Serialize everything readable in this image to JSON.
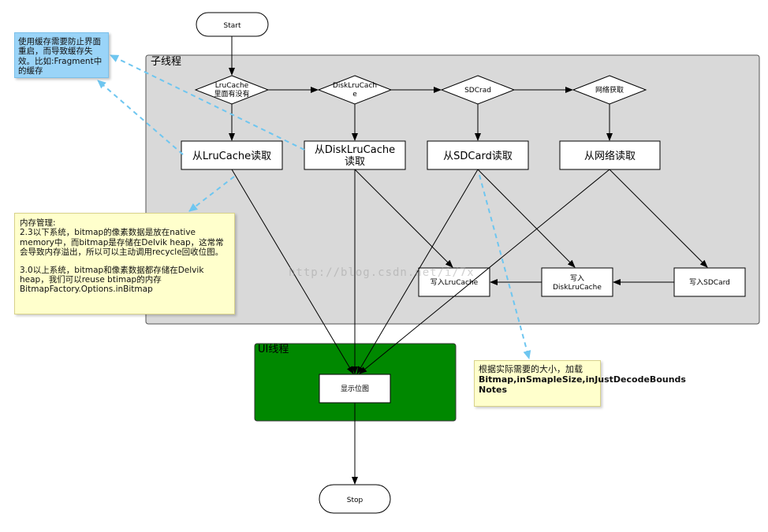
{
  "diagram": {
    "regions": {
      "sub_thread": "子线程",
      "ui_thread": "UI线程"
    },
    "terminals": {
      "start": "Start",
      "stop": "Stop"
    },
    "decisions": {
      "lrucache_line1": "LruCache",
      "lrucache_line2": "里面有没有",
      "disk_line1": "DiskLruCach",
      "disk_line2": "e",
      "sdcard": "SDCrad",
      "network": "网络获取"
    },
    "reads": {
      "lrucache": "从LruCache读取",
      "disk_line1": "从DiskLruCache",
      "disk_line2": "读取",
      "sdcard": "从SDCard读取",
      "network": "从网络读取"
    },
    "writes": {
      "lrucache": "写入LruCache",
      "disk_line1": "写入",
      "disk_line2": "DiskLruCache",
      "sdcard": "写入SDCard"
    },
    "display": "显示位图"
  },
  "notes": {
    "cache_warning": "使用缓存需要防止界面重启，而导致缓存失效。比如:Fragment中的缓存",
    "memory_title": "内存管理:",
    "memory_p1": "2.3以下系统，bitmap的像素数据是放在native memory中，而bitmap是存储在Delvik heap，这常常会导致内存溢出，所以可以主动调用recycle回收位图。",
    "memory_p2": "3.0以上系统，bitmap和像素数据都存储在Delvik heap，我们可以reuse btimap的内存BitmapFactory.Options.inBitmap",
    "bitmap_line1": "根据实际需要的大小，加载",
    "bitmap_line2": "Bitmap,inSmapleSize,inJustDecodeBounds Notes"
  },
  "watermark": "http://blog.csdn.net/i/7x",
  "colors": {
    "sub_thread_fill": "#d9d9d9",
    "ui_thread_fill": "#008800",
    "note_blue": "#9ad4f8",
    "note_yellow": "#ffffcc",
    "dashed_connector": "#6ec6f0"
  }
}
